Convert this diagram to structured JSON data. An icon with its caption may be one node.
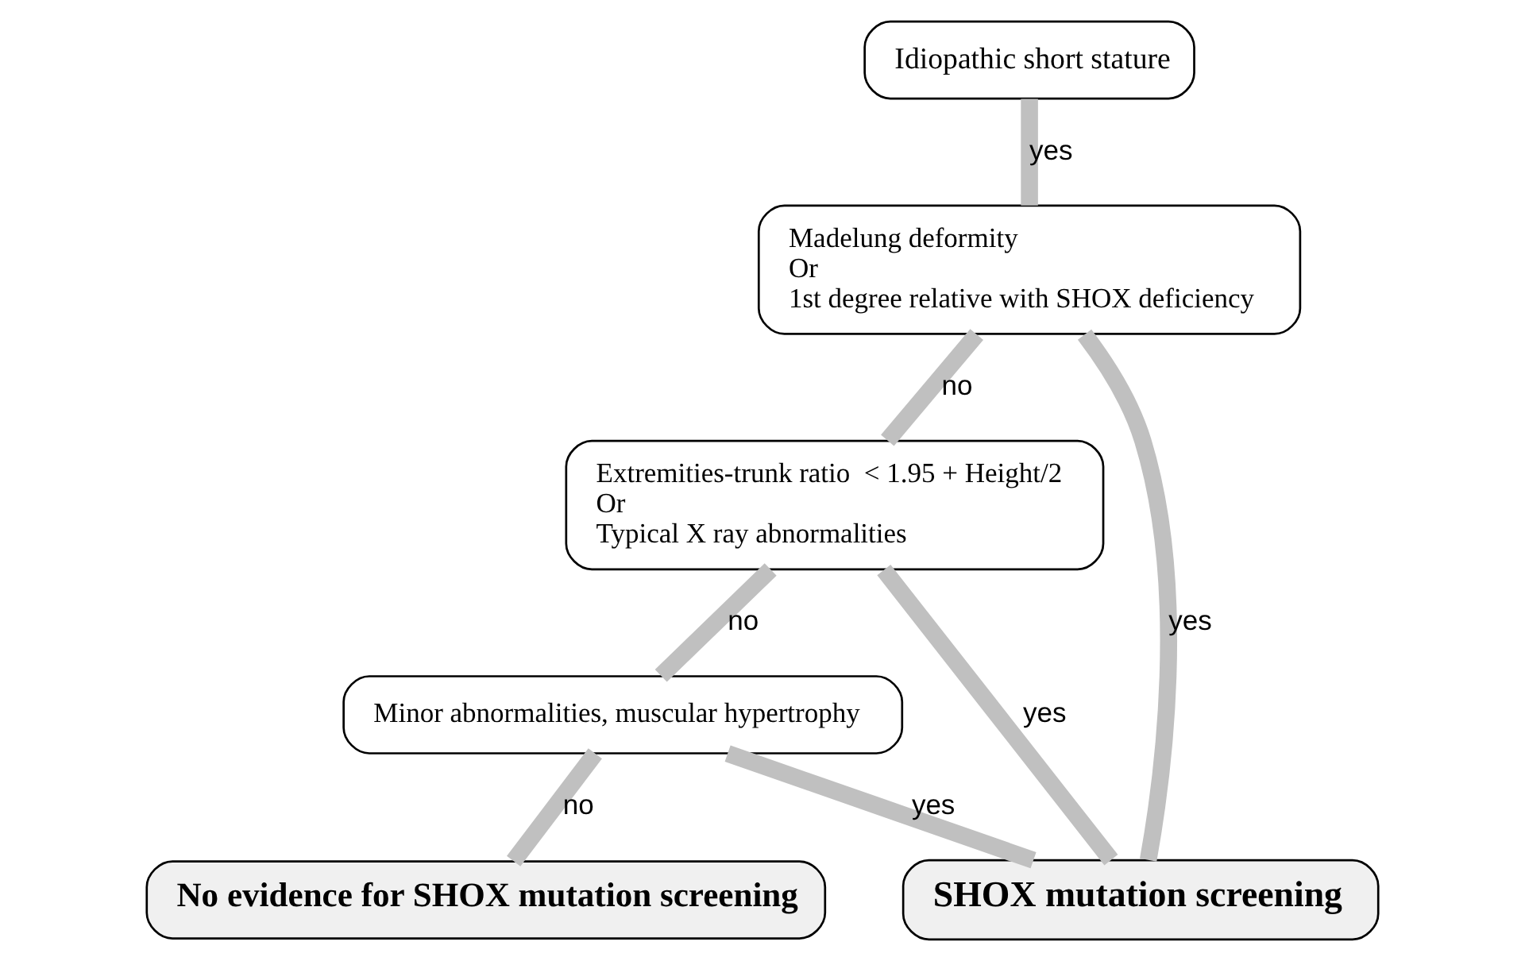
{
  "diagram": {
    "nodes": [
      {
        "text": [
          "Idiopathic short stature"
        ]
      },
      {
        "text": [
          "Madelung deformity",
          "Or",
          "1st degree relative with SHOX deficiency"
        ]
      },
      {
        "text": [
          "Extremities-trunk ratio  < 1.95 + Height/2",
          "Or",
          "Typical X ray abnormalities"
        ]
      },
      {
        "text": [
          "Minor abnormalities, muscular hypertrophy"
        ]
      },
      {
        "text": [
          "SHOX mutation screening"
        ]
      },
      {
        "text": [
          "No evidence for SHOX mutation screening"
        ]
      }
    ],
    "edges": [
      {
        "from": 0,
        "to": 1,
        "arrow": "none",
        "label": "yes"
      },
      {
        "from": 1,
        "to": 4,
        "arrow": "none",
        "label": "yes"
      },
      {
        "from": 1,
        "to": 2,
        "arrow": "none",
        "label": "no"
      },
      {
        "from": 2,
        "to": 4,
        "arrow": "none",
        "label": "yes"
      },
      {
        "from": 2,
        "to": 3,
        "arrow": "none",
        "label": "no"
      },
      {
        "from": 3,
        "to": 4,
        "arrow": "none",
        "label": "yes"
      },
      {
        "from": 3,
        "to": 5,
        "arrow": "none",
        "label": "no"
      }
    ]
  }
}
